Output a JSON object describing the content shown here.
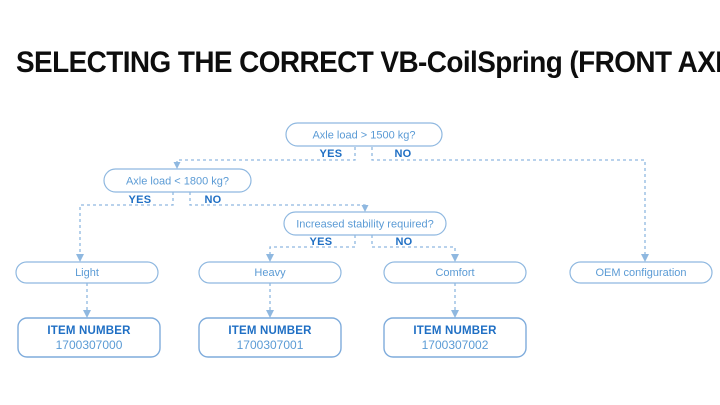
{
  "page": {
    "title": "SELECTING THE CORRECT VB-CoilSpring (FRONT AXLE)",
    "background_color": "#ffffff",
    "accent_color": "#5b9bd5",
    "label_color": "#1f6fc4",
    "line_color": "#8fb8e0"
  },
  "flow": {
    "type": "decision-flowchart",
    "decisions": [
      {
        "id": "decision-axle-load-1500",
        "question": "Axle load > 1500 kg?",
        "yes_label": "YES",
        "no_label": "NO",
        "yes_target": "decision-axle-load-1800",
        "no_target": "result-oem-configuration"
      },
      {
        "id": "decision-axle-load-1800",
        "question": "Axle load < 1800 kg?",
        "yes_label": "YES",
        "no_label": "NO",
        "yes_target": "result-light",
        "no_target": "decision-increased-stability"
      },
      {
        "id": "decision-increased-stability",
        "question": "Increased stability required?",
        "yes_label": "YES",
        "no_label": "NO",
        "yes_target": "result-heavy",
        "no_target": "result-comfort"
      }
    ],
    "results": [
      {
        "id": "result-light",
        "label": "Light"
      },
      {
        "id": "result-heavy",
        "label": "Heavy"
      },
      {
        "id": "result-comfort",
        "label": "Comfort"
      },
      {
        "id": "result-oem-configuration",
        "label": "OEM configuration"
      }
    ],
    "items": [
      {
        "id": "item-light",
        "heading": "ITEM NUMBER",
        "number": "1700307000",
        "source": "result-light"
      },
      {
        "id": "item-heavy",
        "heading": "ITEM NUMBER",
        "number": "1700307001",
        "source": "result-heavy"
      },
      {
        "id": "item-comfort",
        "heading": "ITEM NUMBER",
        "number": "1700307002",
        "source": "result-comfort"
      }
    ]
  }
}
